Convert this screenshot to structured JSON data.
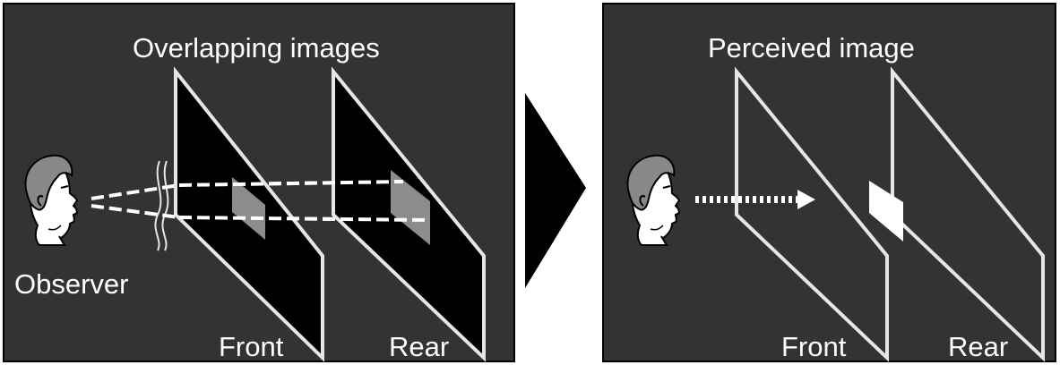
{
  "left_panel": {
    "title": "Overlapping images",
    "observer_label": "Observer",
    "front_label": "Front",
    "rear_label": "Rear"
  },
  "right_panel": {
    "title": "Perceived image",
    "front_label": "Front",
    "rear_label": "Rear"
  },
  "colors": {
    "panel_background": "#333333",
    "plane_fill": "#000000",
    "plane_outline": "#e6e6e6",
    "image_square": "#8c8c8c",
    "perceived_square": "#ffffff",
    "arrow": "#000000"
  }
}
